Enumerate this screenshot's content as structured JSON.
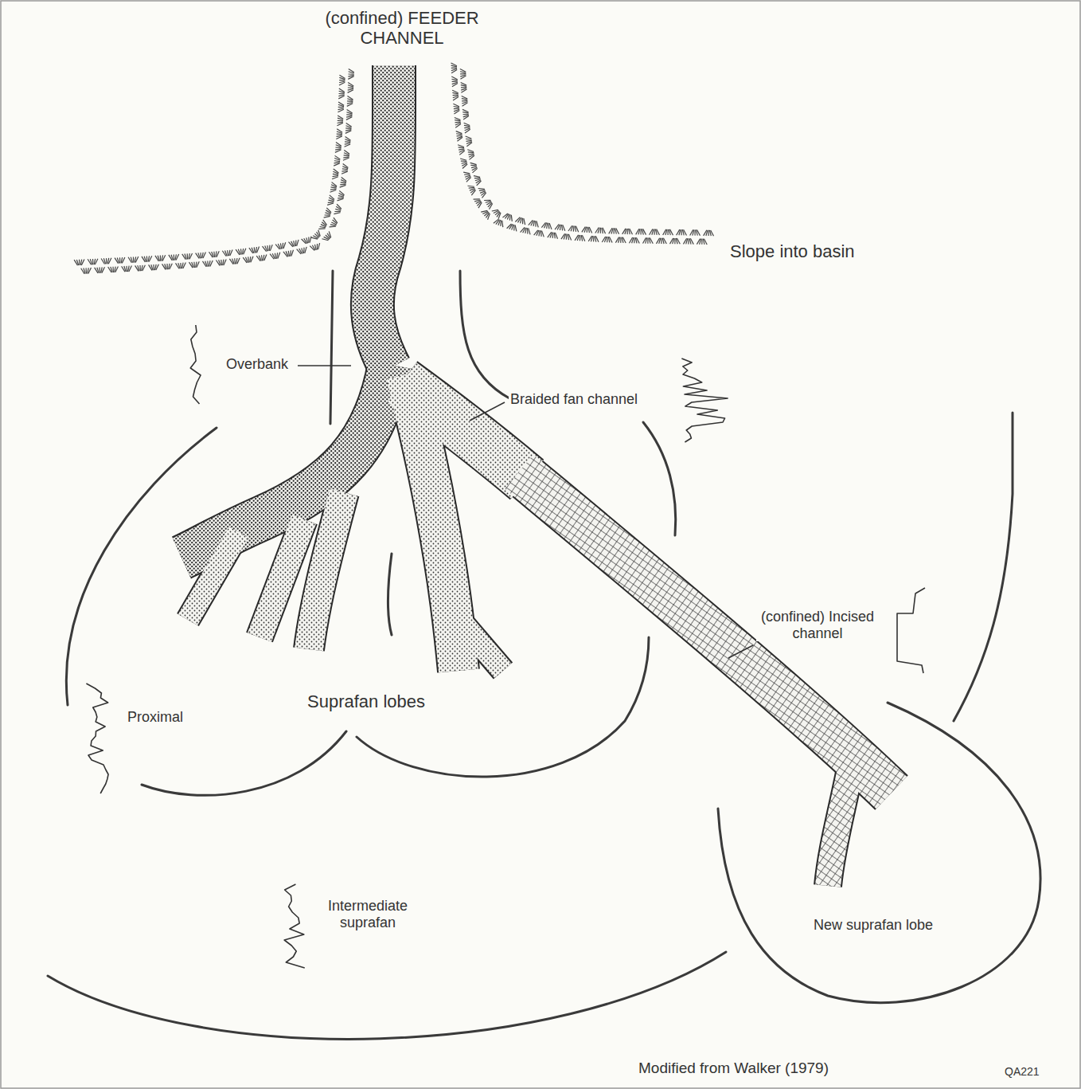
{
  "diagram": {
    "caption": "Modified from Walker (1979)",
    "labels": [
      "(confined) FEEDER CHANNEL",
      "Slope into basin",
      "Overbank",
      "Braided fan channel",
      "(confined) Incised channel",
      "Proximal",
      "Suprafan lobes",
      "Intermediate suprafan",
      "New suprafan lobe",
      "QA221"
    ]
  }
}
